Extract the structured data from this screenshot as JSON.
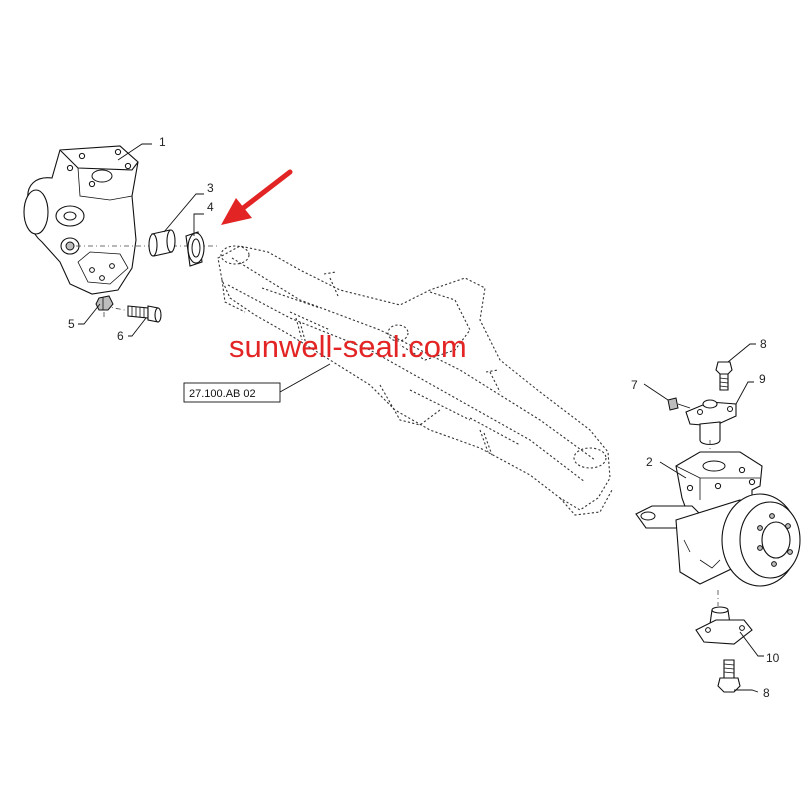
{
  "callouts": {
    "c1": "1",
    "c2": "2",
    "c3": "3",
    "c4": "4",
    "c5": "5",
    "c6": "6",
    "c7": "7",
    "c8a": "8",
    "c8b": "8",
    "c9": "9",
    "c10": "10"
  },
  "reference_label": "27.100.AB 02",
  "watermark": "sunwell-seal.com",
  "colors": {
    "watermark": "#e32424",
    "arrow": "#e32424",
    "line": "#111111"
  }
}
